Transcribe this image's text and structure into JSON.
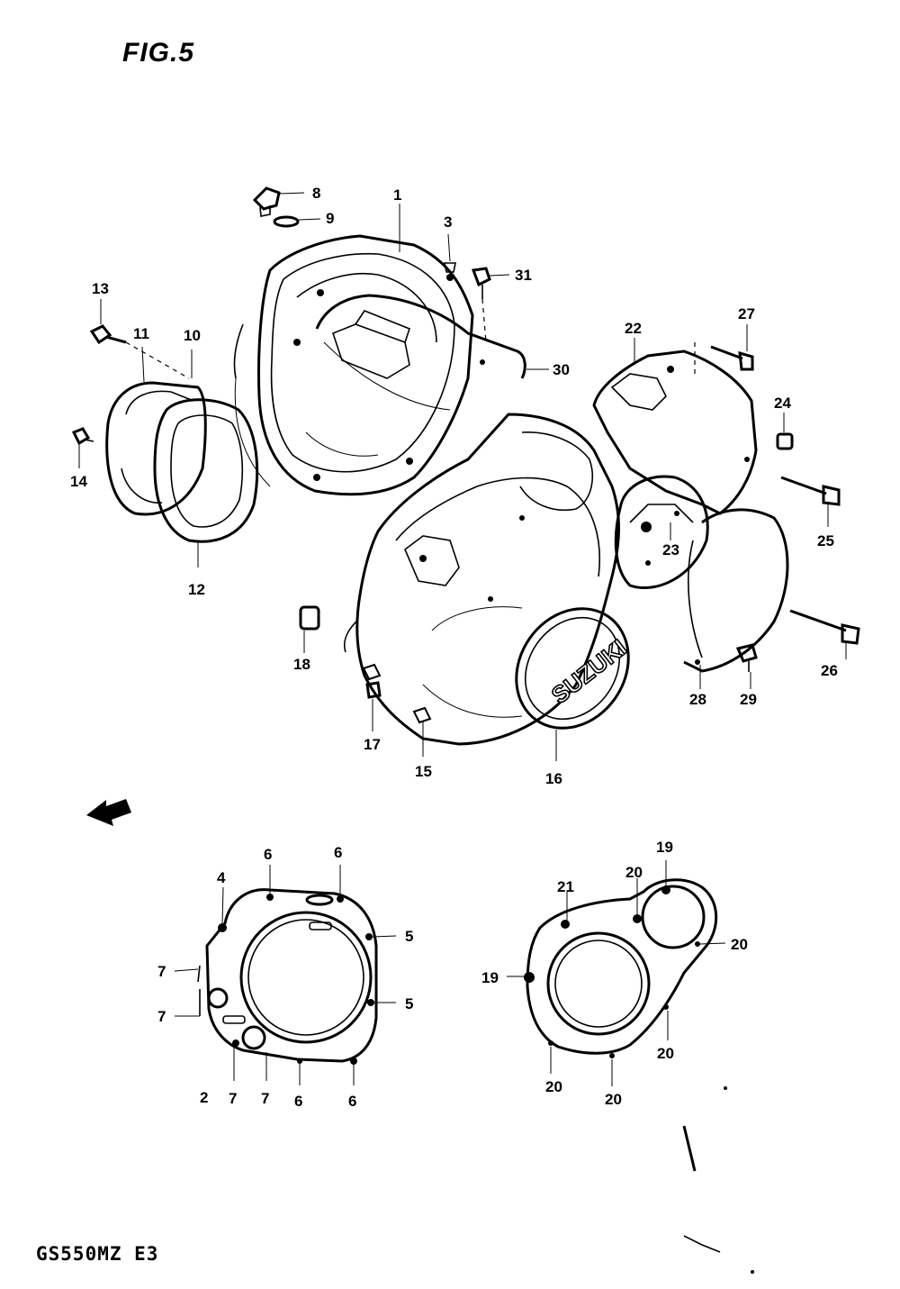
{
  "figure": {
    "title": "FIG.5",
    "model_code": "GS550MZ E3",
    "brand_mark": "SUZUKI"
  },
  "callouts": {
    "c1": "1",
    "c3": "3",
    "c8": "8",
    "c9": "9",
    "c31": "31",
    "c30": "30",
    "c13": "13",
    "c11": "11",
    "c10": "10",
    "c14": "14",
    "c12": "12",
    "c22": "22",
    "c27": "27",
    "c24": "24",
    "c25": "25",
    "c23": "23",
    "c26": "26",
    "c28": "28",
    "c29": "29",
    "c18": "18",
    "c17": "17",
    "c15": "15",
    "c16": "16",
    "g4": "4",
    "g6a": "6",
    "g6b": "6",
    "g5a": "5",
    "g5b": "5",
    "g7a": "7",
    "g7b": "7",
    "g2": "2",
    "g7c": "7",
    "g7d": "7",
    "g6c": "6",
    "g6d": "6",
    "h19a": "19",
    "h21": "21",
    "h20a": "20",
    "h20b": "20",
    "h19b": "19",
    "h20c": "20",
    "h20d": "20",
    "h20e": "20"
  }
}
